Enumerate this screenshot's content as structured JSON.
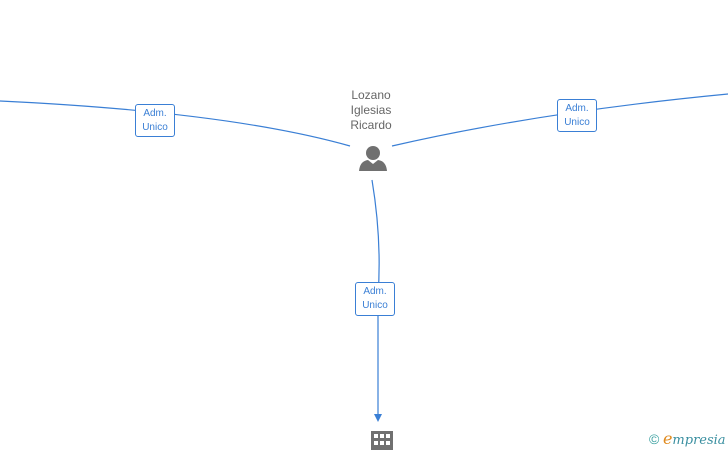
{
  "person": {
    "name_lines": [
      "Lozano",
      "Iglesias",
      "Ricardo"
    ],
    "icon": "person-icon"
  },
  "relations": [
    {
      "id": "left",
      "label_lines": [
        "Adm.",
        "Unico"
      ]
    },
    {
      "id": "right",
      "label_lines": [
        "Adm.",
        "Unico"
      ]
    },
    {
      "id": "bottom",
      "label_lines": [
        "Adm.",
        "Unico"
      ]
    }
  ],
  "company_node": {
    "icon": "building-icon"
  },
  "watermark": {
    "copyright_symbol": "©",
    "brand_first": "e",
    "brand_rest": "mpresia"
  },
  "colors": {
    "edge": "#3a7fd5",
    "node_icon": "#707070",
    "text": "#666666",
    "brand_orange": "#e08a1e"
  }
}
